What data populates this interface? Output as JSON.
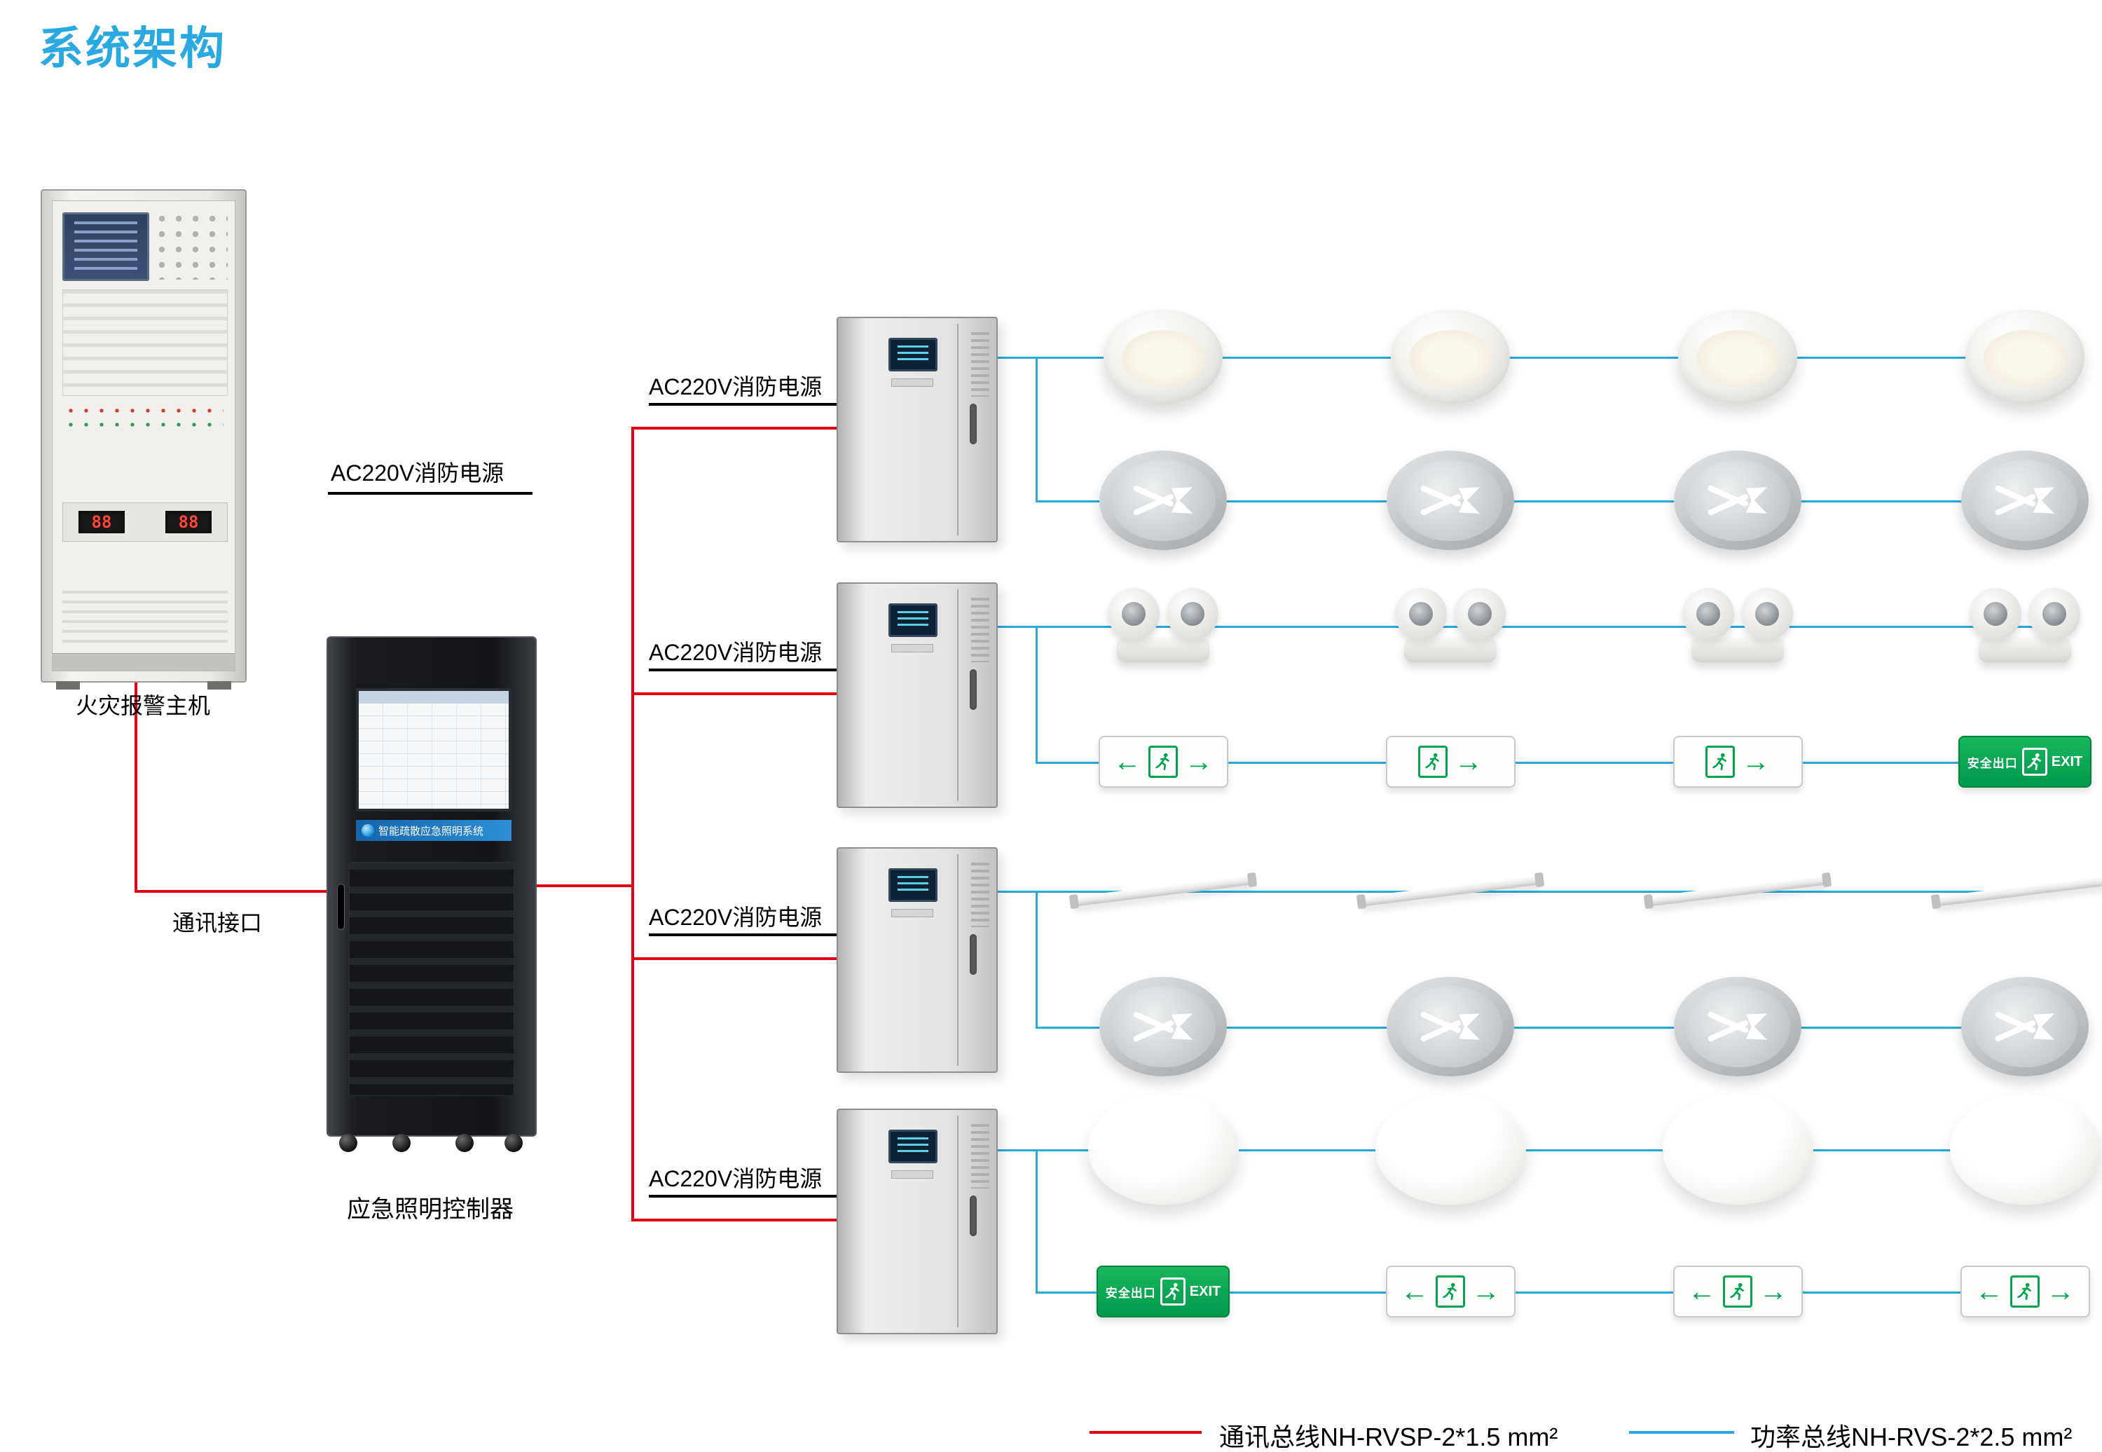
{
  "title": "系统架构",
  "fire_alarm_host": {
    "label": "火灾报警主机"
  },
  "comm_interface_label": "通讯接口",
  "controller": {
    "label": "应急照明控制器",
    "power_label": "AC220V消防电源",
    "screen_banner": "智能疏散应急照明系统"
  },
  "groups": [
    {
      "power_label": "AC220V消防电源",
      "rows": [
        {
          "type": "downlight",
          "count": 4
        },
        {
          "type": "arrow-spotlight",
          "count": 4
        }
      ]
    },
    {
      "power_label": "AC220V消防电源",
      "rows": [
        {
          "type": "twin-head",
          "count": 4
        },
        {
          "type": "exit-sign",
          "variants": [
            "both",
            "right",
            "right",
            "green"
          ]
        }
      ]
    },
    {
      "power_label": "AC220V消防电源",
      "rows": [
        {
          "type": "tube",
          "count": 4
        },
        {
          "type": "arrow-spotlight",
          "count": 4
        }
      ]
    },
    {
      "power_label": "AC220V消防电源",
      "rows": [
        {
          "type": "ceiling-light",
          "count": 4
        },
        {
          "type": "exit-sign",
          "variants": [
            "green",
            "both",
            "both",
            "both"
          ]
        }
      ]
    }
  ],
  "exit_sign_text": {
    "cn": "安全出口",
    "en": "EXIT"
  },
  "icons": {
    "arrow_left": "←",
    "arrow_right": "→"
  },
  "legend": [
    {
      "color": "#e60012",
      "label": "通讯总线NH-RVSP-2*1.5 mm²"
    },
    {
      "color": "#29a9e0",
      "label": "功率总线NH-RVS-2*2.5 mm²"
    }
  ],
  "colors": {
    "comm": "#e60012",
    "power": "#29a9e0",
    "accent": "#29a9e0"
  }
}
